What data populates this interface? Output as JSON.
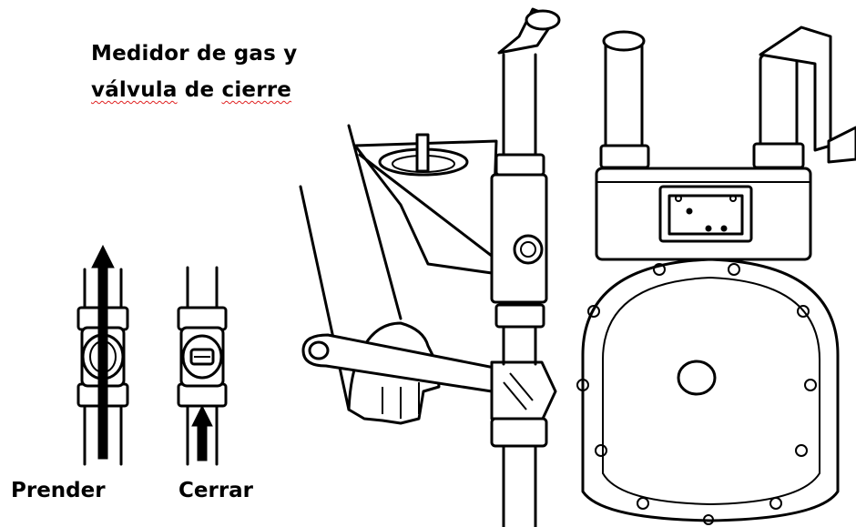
{
  "title": {
    "line1": "Medidor de gas y",
    "line2_word1": "válvula",
    "line2_word2": "de",
    "line2_word3": "cierre"
  },
  "captions": {
    "on": "Prender",
    "off": "Cerrar"
  },
  "colors": {
    "line": "#000000",
    "background": "#ffffff",
    "spellcheck_underline": "#e02020"
  },
  "icons": {
    "valve_on": "arrow-up-through-valve-icon",
    "valve_off": "arrow-up-into-valve-icon",
    "meter": "gas-meter-icon",
    "wrench": "adjustable-wrench-icon",
    "hand": "hand-icon"
  }
}
